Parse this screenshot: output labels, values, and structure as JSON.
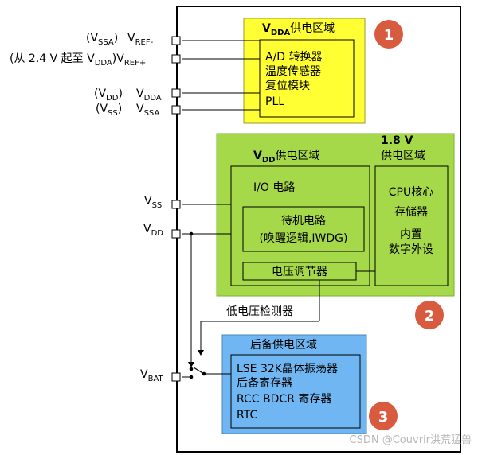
{
  "pins": {
    "vssa_ref": {
      "main": "(V",
      "sub": "SSA",
      "close": ")"
    },
    "vref_minus": {
      "main": "V",
      "sub": "REF-"
    },
    "range_prefix": "(从 2.4 V 起至 V",
    "range_sub": "DDA",
    "range_close": ")",
    "vref_plus": {
      "main": "V",
      "sub": "REF+"
    },
    "vdd_paren": {
      "main": "(V",
      "sub": "DD",
      "close": ")"
    },
    "vdda": {
      "main": "V",
      "sub": "DDA"
    },
    "vss_paren": {
      "main": "(V",
      "sub": "SS",
      "close": ")"
    },
    "vssa": {
      "main": "V",
      "sub": "SSA"
    },
    "vss": {
      "main": "V",
      "sub": "SS"
    },
    "vdd": {
      "main": "V",
      "sub": "DD"
    },
    "vbat": {
      "main": "V",
      "sub": "BAT"
    }
  },
  "vdda_domain": {
    "title_main": "V",
    "title_sub": "DDA",
    "title_rest": "供电区域",
    "items": [
      "A/D 转换器",
      "温度传感器",
      "复位模块",
      "PLL"
    ]
  },
  "vdd_domain": {
    "title_main": "V",
    "title_sub": "DD",
    "title_rest": "供电区域",
    "io_label": "I/O 电路",
    "standby_line1": "待机电路",
    "standby_line2": "(唤醒逻辑,IWDG)",
    "regulator": "电压调节器"
  },
  "core_domain": {
    "title_line1": "1.8 V",
    "title_line2": "供电区域",
    "items": [
      "CPU核心",
      "存储器",
      "内置",
      "数字外设"
    ]
  },
  "low_voltage_detector": "低电压检测器",
  "backup_domain": {
    "title": "后备供电区域",
    "items": [
      "LSE 32K晶体振荡器",
      "后备寄存器",
      "RCC BDCR 寄存器",
      "RTC"
    ]
  },
  "badges": [
    "1",
    "2",
    "3"
  ],
  "watermark": "CSDN @Couvrir洪荒猛兽",
  "colors": {
    "vdda_fill": "#ffff33",
    "vdd_fill": "#a6d94a",
    "backup_fill": "#6fb6f2",
    "badge_fill": "#d85a3f"
  }
}
